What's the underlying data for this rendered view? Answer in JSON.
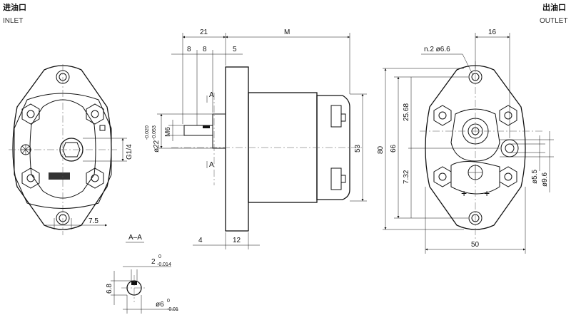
{
  "labels": {
    "inlet_cn": "进油口",
    "inlet_en": "INLET",
    "outlet_cn": "出油口",
    "outlet_en": "OUTLET",
    "section": "A–A",
    "port_thread": "G1/4",
    "cut_a": "A"
  },
  "dims": {
    "d21": "21",
    "dM": "M",
    "d8a": "8",
    "d8b": "8",
    "d5": "5",
    "d4": "4",
    "d12": "12",
    "d53": "53",
    "d80": "80",
    "d66": "66",
    "d16": "16",
    "holes": "n.2  ø6.6",
    "d25_68": "25.68",
    "d7_32": "7.32",
    "d5_5": "ø5.5",
    "d9_6": "ø9.6",
    "d50": "50",
    "d7_5": "7.5",
    "thread_m6": "M6",
    "shaft_dia": "ø22",
    "tol_shaft_up": "-0.020",
    "tol_shaft_dn": "-0.053",
    "key_w": "2",
    "tol_key_up": "0",
    "tol_key_dn": "-0.014",
    "d6_8": "6.8",
    "shaft6": "ø6",
    "tol6_up": "0",
    "tol6_dn": "-0.01"
  }
}
